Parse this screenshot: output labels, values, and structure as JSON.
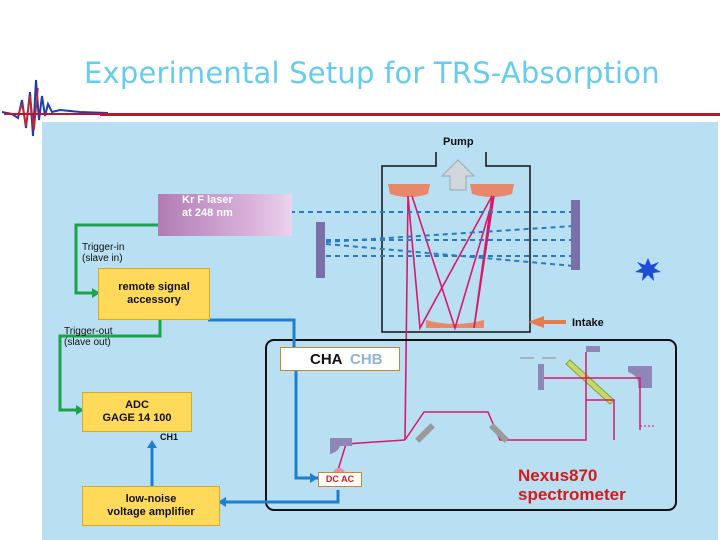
{
  "title": "Experimental Setup for TRS-Absorption",
  "diagram": {
    "pump_label": "Pump",
    "laser_label_line1": "Kr F laser",
    "laser_label_line2": "at 248 nm",
    "trigger_in_line1": "Trigger-in",
    "trigger_in_line2": "(slave in)",
    "remote_line1": "remote signal",
    "remote_line2": "accessory",
    "trigger_out_line1": "Trigger-out",
    "trigger_out_line2": "(slave out)",
    "adc_line1": "ADC",
    "adc_line2": "GAGE 14 100",
    "ch1_label": "CH1",
    "amp_line1": "low-noise",
    "amp_line2": "voltage amplifier",
    "intake_label": "Intake",
    "cha_label": "CHA",
    "chb_label": "CHB",
    "dcac_label": "DC AC",
    "spectrometer_line1": "Nexus870",
    "spectrometer_line2": "spectrometer"
  },
  "colors": {
    "title": "#66ccee",
    "panel": "#b8dff2",
    "beam": "#d8196b",
    "green_path": "#1aa34a",
    "blue_path": "#1e7fd0",
    "box_fill": "#ffd95a"
  }
}
